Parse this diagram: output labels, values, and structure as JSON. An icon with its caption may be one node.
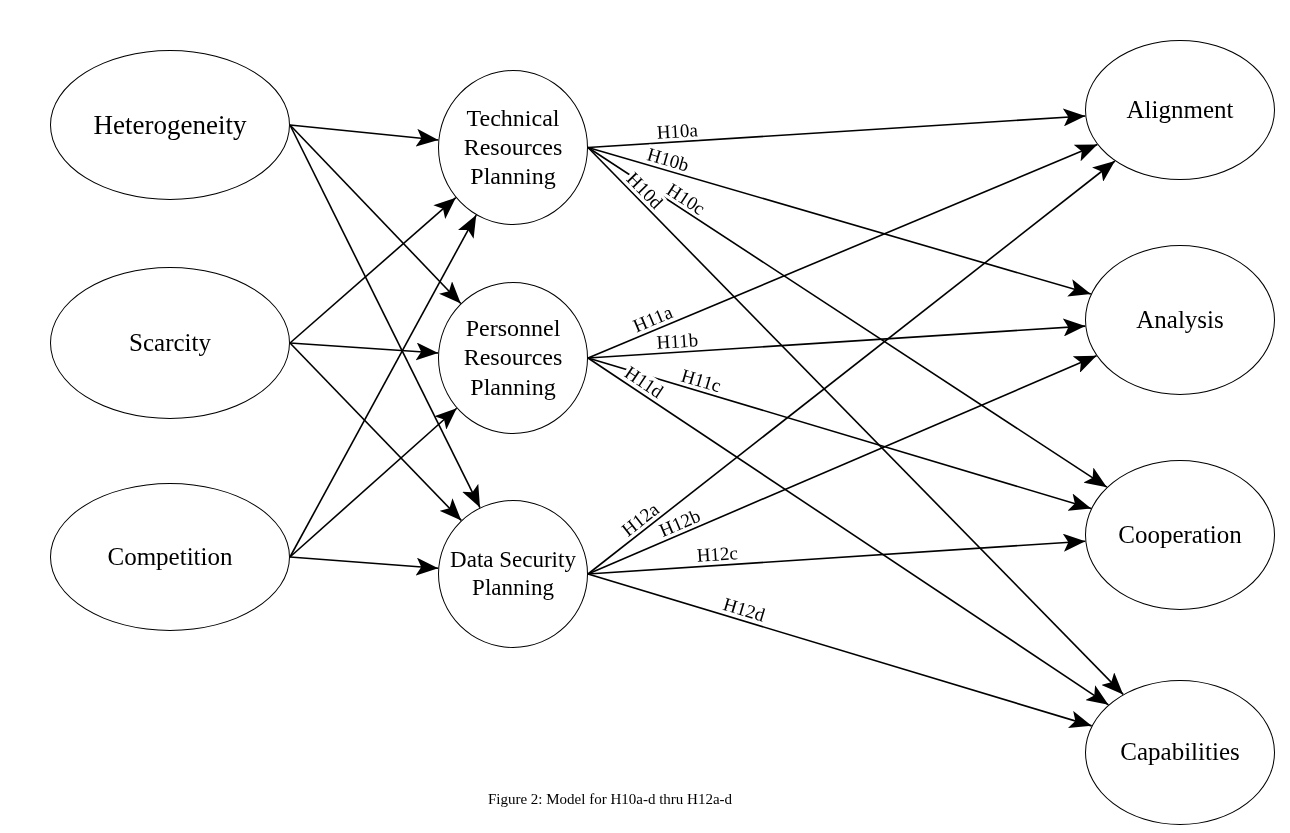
{
  "diagram": {
    "caption": "Figure 2: Model for H10a-d thru H12a-d",
    "nodes": [
      {
        "text": [
          "Heterogeneity"
        ]
      },
      {
        "text": [
          "Scarcity"
        ]
      },
      {
        "text": [
          "Competition"
        ]
      },
      {
        "text": [
          "Technical Resources Planning"
        ]
      },
      {
        "text": [
          "Personnel Resources Planning"
        ]
      },
      {
        "text": [
          "Data Security Planning"
        ]
      },
      {
        "text": [
          "Alignment"
        ]
      },
      {
        "text": [
          "Analysis"
        ]
      },
      {
        "text": [
          "Cooperation"
        ]
      },
      {
        "text": [
          "Capabilities"
        ]
      }
    ],
    "edges": [
      {
        "from": 0,
        "to": 3,
        "arrow": "to"
      },
      {
        "from": 0,
        "to": 4,
        "arrow": "to"
      },
      {
        "from": 0,
        "to": 5,
        "arrow": "to"
      },
      {
        "from": 1,
        "to": 3,
        "arrow": "to"
      },
      {
        "from": 1,
        "to": 4,
        "arrow": "to"
      },
      {
        "from": 1,
        "to": 5,
        "arrow": "to"
      },
      {
        "from": 2,
        "to": 3,
        "arrow": "to"
      },
      {
        "from": 2,
        "to": 4,
        "arrow": "to"
      },
      {
        "from": 2,
        "to": 5,
        "arrow": "to"
      },
      {
        "from": 3,
        "to": 6,
        "arrow": "to",
        "label": "H10a"
      },
      {
        "from": 3,
        "to": 7,
        "arrow": "to",
        "label": "H10b"
      },
      {
        "from": 3,
        "to": 8,
        "arrow": "to",
        "label": "H10c"
      },
      {
        "from": 3,
        "to": 9,
        "arrow": "to",
        "label": "H10d"
      },
      {
        "from": 4,
        "to": 6,
        "arrow": "to",
        "label": "H11a"
      },
      {
        "from": 4,
        "to": 7,
        "arrow": "to",
        "label": "H11b"
      },
      {
        "from": 4,
        "to": 8,
        "arrow": "to",
        "label": "H11c"
      },
      {
        "from": 4,
        "to": 9,
        "arrow": "to",
        "label": "H11d"
      },
      {
        "from": 5,
        "to": 6,
        "arrow": "to",
        "label": "H12a"
      },
      {
        "from": 5,
        "to": 7,
        "arrow": "to",
        "label": "H12b"
      },
      {
        "from": 5,
        "to": 8,
        "arrow": "to",
        "label": "H12c"
      },
      {
        "from": 5,
        "to": 9,
        "arrow": "to",
        "label": "H12d"
      }
    ]
  }
}
